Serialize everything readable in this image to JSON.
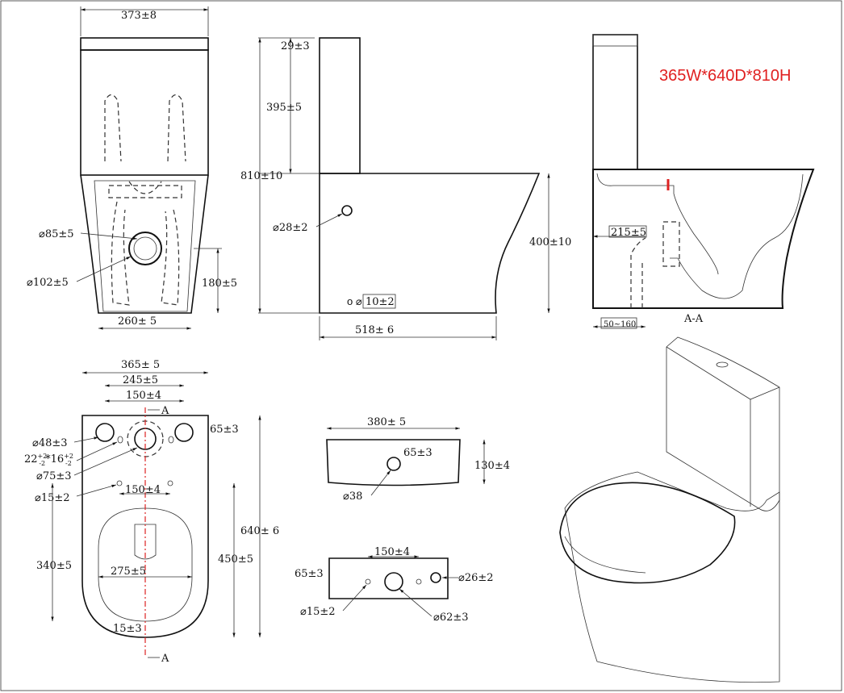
{
  "title": "365W*640D*810H",
  "front_view": {
    "width_top": "373±8",
    "outlet_inner": "⌀85±5",
    "outlet_outer": "⌀102±5",
    "outlet_height": "180±5",
    "base_width": "260± 5"
  },
  "side_view": {
    "lid_gap": "29±3",
    "tank_height": "395±5",
    "total_height": "810±10",
    "inlet": "⌀28±2",
    "bowl_height": "400±10",
    "fix_hole_prefix": "o ⌀",
    "fix_hole": "10±2",
    "length": "518± 6"
  },
  "section_view": {
    "outlet_height": "215±5",
    "offset_range": "50~160",
    "section_label": "A-A"
  },
  "top_view": {
    "width": "365± 5",
    "holes_span": "245±5",
    "center_span": "150±4",
    "section_mark": "A",
    "hole_offset": "65±3",
    "hole_48": "⌀48±3",
    "slot_base": "22",
    "slot_tol_a": "+2",
    "slot_tol_b": "-2",
    "slot_mid": "*16",
    "slot_tol_c": "+2",
    "slot_tol_d": "-2",
    "hole_75": "⌀75±3",
    "hole_15": "⌀15±2",
    "fix_span": "150±4",
    "depth": "640± 6",
    "fix_depth": "450±5",
    "seat_depth": "340±5",
    "seat_width": "275±5",
    "rim_gap": "15±3",
    "section_mark_bottom": "A"
  },
  "cistern_top": {
    "width": "380± 5",
    "hole_offset": "65±3",
    "height": "130±4",
    "hole": "⌀38"
  },
  "cistern_bottom": {
    "span": "150±4",
    "offset": "65±3",
    "hole_26": "⌀26±2",
    "hole_15": "⌀15±2",
    "hole_62": "⌀62±3"
  }
}
